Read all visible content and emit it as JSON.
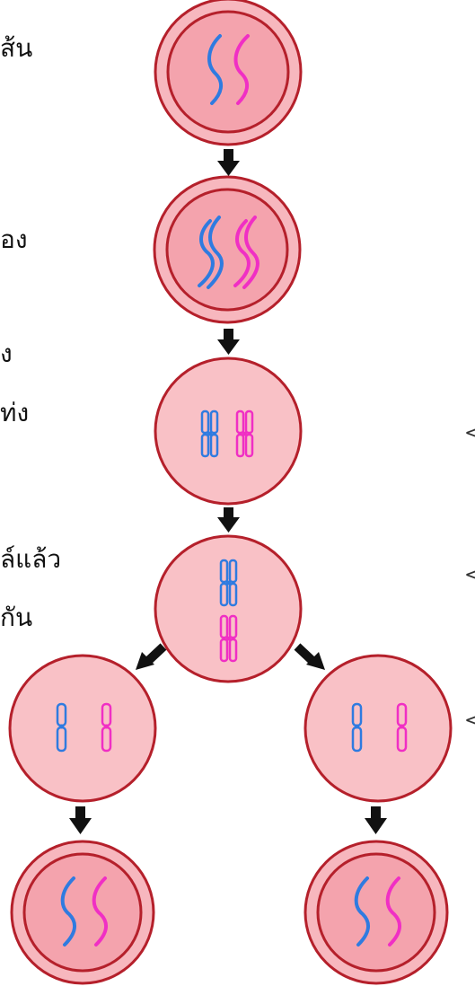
{
  "left_edge_texts": [
    "ส้น",
    "อง",
    "ง",
    "ท่ง",
    "ล์แล้ว",
    "กัน"
  ],
  "right_edge_marks": [
    "<",
    "<",
    "<"
  ],
  "colors": {
    "cell_outer_fill": "#f7b7be",
    "cell_outer_stroke": "#b5202b",
    "cell_inner_fill": "#f4a3ad",
    "plain_cell_fill": "#f9c1c6",
    "chromosome_blue": "#2f7be0",
    "chromosome_pink": "#f02fc4",
    "arrow": "#111111"
  },
  "cells": [
    {
      "name": "cell-interphase",
      "type": "double",
      "chromosomes": "threads"
    },
    {
      "name": "cell-prophase",
      "type": "double",
      "chromosomes": "threads-duplicated"
    },
    {
      "name": "cell-metaphase",
      "type": "plain",
      "chromosomes": "x-side-by-side"
    },
    {
      "name": "cell-metaphase-aligned",
      "type": "plain",
      "chromosomes": "x-stacked"
    },
    {
      "name": "cell-telophase-left",
      "type": "plain",
      "chromosomes": "single-pair"
    },
    {
      "name": "cell-telophase-right",
      "type": "plain",
      "chromosomes": "single-pair"
    },
    {
      "name": "cell-daughter-left",
      "type": "double",
      "chromosomes": "threads"
    },
    {
      "name": "cell-daughter-right",
      "type": "double",
      "chromosomes": "threads"
    }
  ],
  "icons": [
    "arrow-down-icon",
    "arrow-diagonal-icon"
  ]
}
